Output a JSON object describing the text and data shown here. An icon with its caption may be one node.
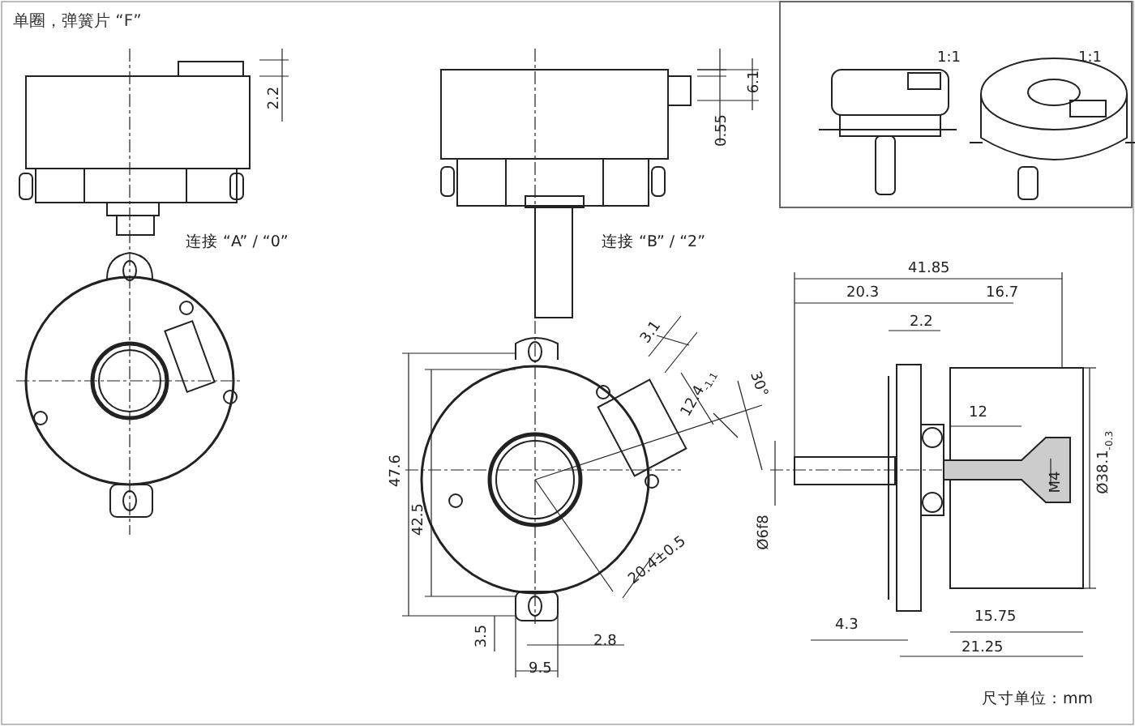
{
  "diagram": {
    "title": "单圈，弹簧片 “F”",
    "labels": [
      "2.2",
      "6.1",
      "0.55",
      "1:1",
      "1:1",
      "连接 “A” / “0”",
      "连接 “B” / “2”",
      "41.85",
      "20.3",
      "16.7",
      "2.2",
      "3.1",
      "12.4$_{-1.1}$",
      "30°",
      "47.6",
      "42.5",
      "12",
      "Ø6f8",
      "M4",
      "Ø38.1$_{-0.3}$",
      "20.4±0.5",
      "3.5",
      "2.8",
      "9.5",
      "4.3",
      "15.75",
      "21.25",
      "尺寸单位：mm"
    ]
  }
}
